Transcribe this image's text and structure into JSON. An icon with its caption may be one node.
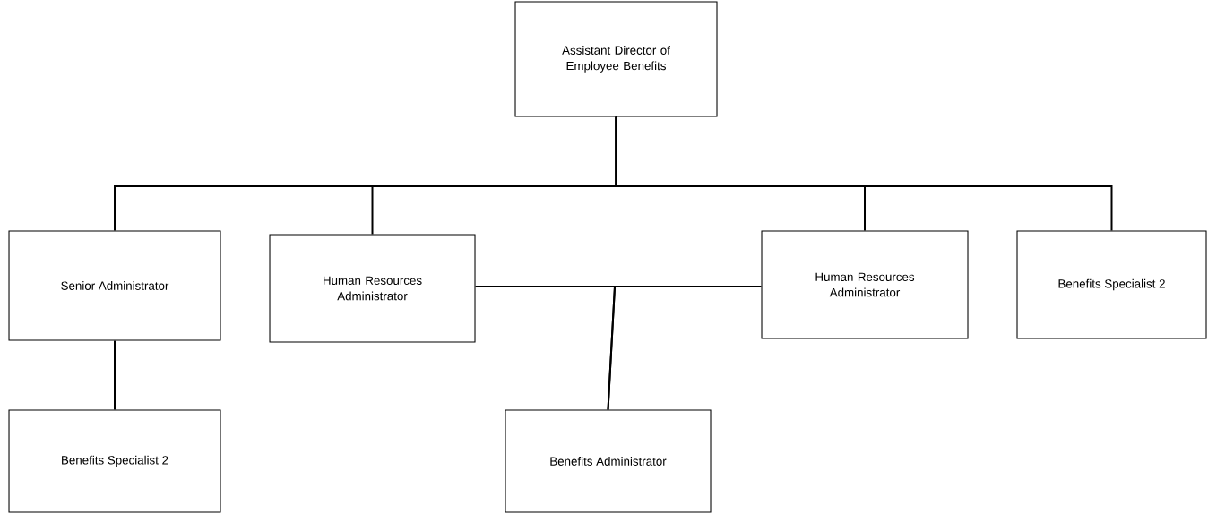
{
  "diagram": {
    "nodes": [
      {
        "text": [
          "Assistant Director of Employee Benefits"
        ]
      },
      {
        "text": [
          "Senior Administrator"
        ]
      },
      {
        "text": [
          "Human Resources Administrator"
        ]
      },
      {
        "text": [
          "Human Resources Administrator"
        ]
      },
      {
        "text": [
          "Benefits Specialist 2"
        ]
      },
      {
        "text": [
          "Benefits Specialist 2"
        ]
      },
      {
        "text": [
          "Benefits Administrator"
        ]
      }
    ],
    "edges": [
      {
        "from": 0,
        "to": 1,
        "arrow": "none"
      },
      {
        "from": 0,
        "to": 2,
        "arrow": "none"
      },
      {
        "from": 0,
        "to": 3,
        "arrow": "none"
      },
      {
        "from": 0,
        "to": 4,
        "arrow": "none"
      },
      {
        "from": 1,
        "to": 5,
        "arrow": "none"
      },
      {
        "from": 2,
        "to": 6,
        "arrow": "none"
      },
      {
        "from": 3,
        "to": 6,
        "arrow": "none"
      }
    ]
  }
}
